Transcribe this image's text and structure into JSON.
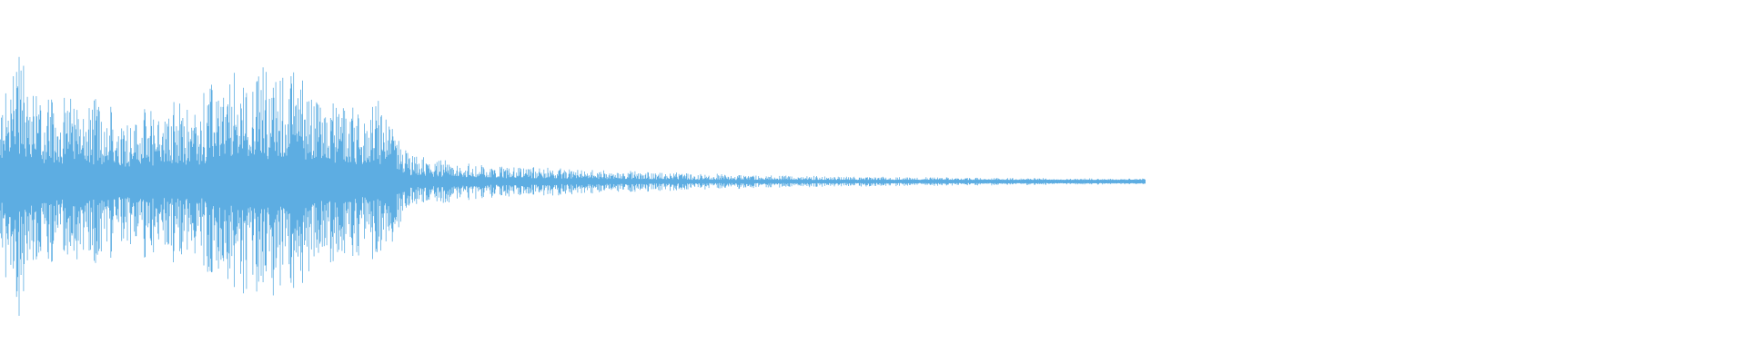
{
  "waveform": {
    "color": "#5dade2",
    "background": "#ffffff",
    "visible_fraction_of_track": 0.66,
    "envelope": [
      {
        "t": 0.0,
        "a": 0.55
      },
      {
        "t": 0.015,
        "a": 1.0
      },
      {
        "t": 0.03,
        "a": 0.62
      },
      {
        "t": 0.06,
        "a": 0.6
      },
      {
        "t": 0.12,
        "a": 0.52
      },
      {
        "t": 0.17,
        "a": 0.58
      },
      {
        "t": 0.21,
        "a": 0.82
      },
      {
        "t": 0.26,
        "a": 0.76
      },
      {
        "t": 0.3,
        "a": 0.54
      },
      {
        "t": 0.33,
        "a": 0.58
      },
      {
        "t": 0.36,
        "a": 0.18
      },
      {
        "t": 0.42,
        "a": 0.12
      },
      {
        "t": 0.5,
        "a": 0.09
      },
      {
        "t": 0.6,
        "a": 0.06
      },
      {
        "t": 0.7,
        "a": 0.04
      },
      {
        "t": 0.8,
        "a": 0.03
      },
      {
        "t": 0.9,
        "a": 0.025
      },
      {
        "t": 1.0,
        "a": 0.02
      }
    ]
  }
}
